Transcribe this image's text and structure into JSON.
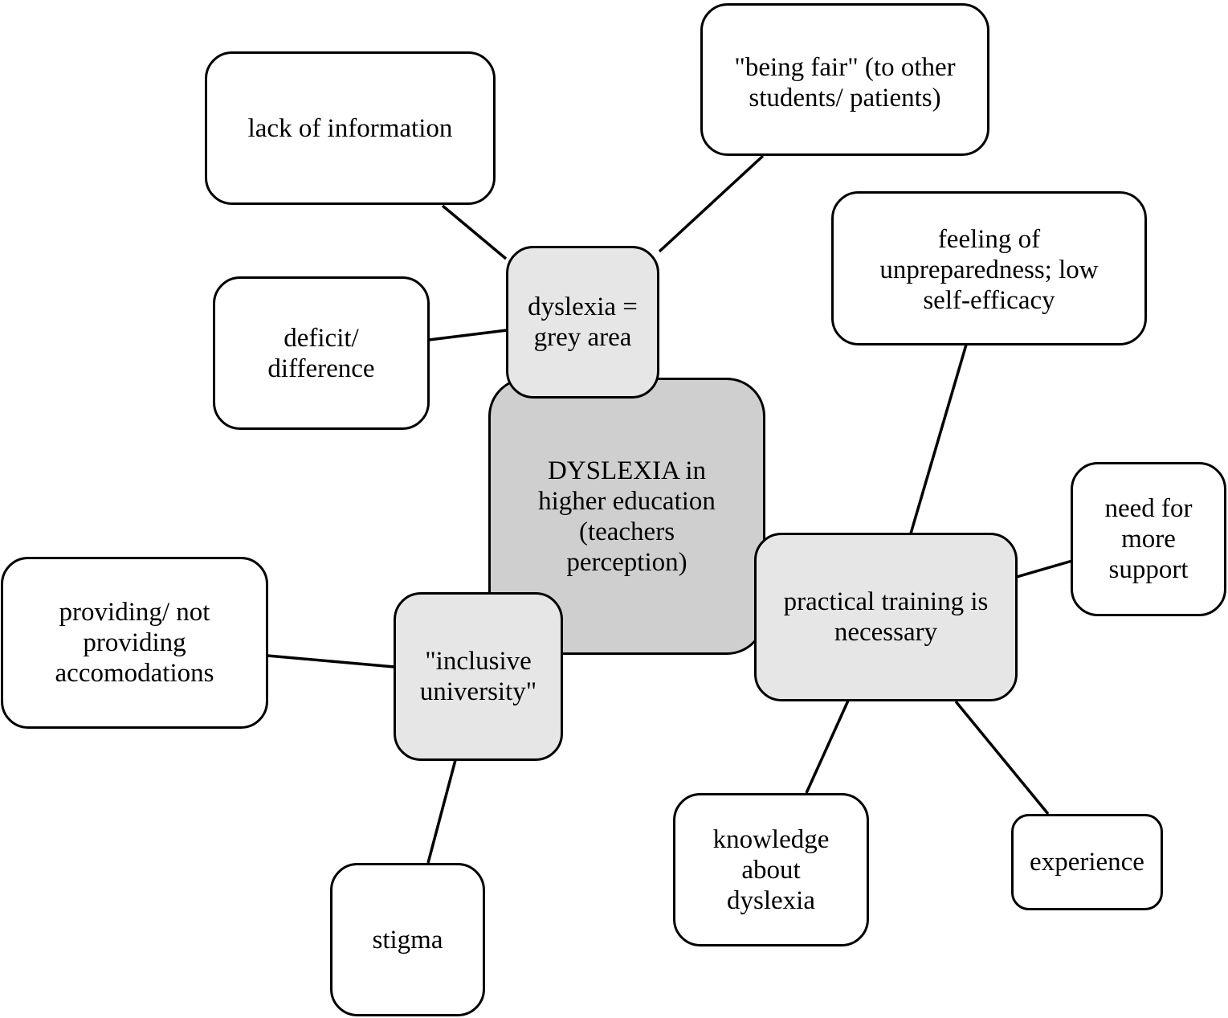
{
  "colors": {
    "center_fill": "#d0cfd0",
    "hub_fill": "#e6e6e6",
    "leaf_fill": "#ffffff",
    "stroke": "#000000"
  },
  "nodes": {
    "center": "DYSLEXIA in\nhigher education\n(teachers\nperception)",
    "grey_area": "dyslexia =\ngrey area",
    "inclusive": "\"inclusive\nuniversity\"",
    "training": "practical training is\nnecessary",
    "lack_info": "lack of information",
    "being_fair": "\"being fair\" (to other\nstudents/ patients)",
    "deficit": "deficit/\ndifference",
    "unprepared": "feeling of\nunpreparedness; low\nself-efficacy",
    "support": "need for\nmore\nsupport",
    "accommodations": "providing/ not\nproviding\naccomodations",
    "stigma": "stigma",
    "knowledge": "knowledge\nabout\ndyslexia",
    "experience": "experience"
  }
}
